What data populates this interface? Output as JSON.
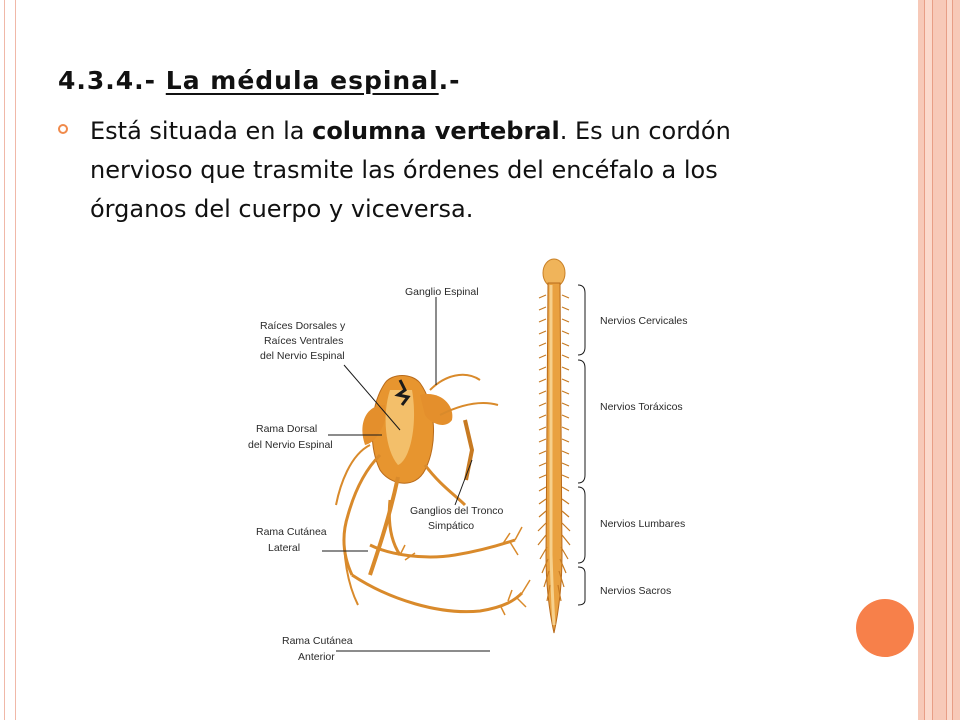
{
  "heading": {
    "number": "4.3.4.- ",
    "title": "La médula espinal",
    "suffix": ".-"
  },
  "bullet": {
    "part1": "Está situada en la ",
    "bold": "columna vertebral",
    "part2": ". Es un cordón nervioso que trasmite las órdenes del encéfalo a los órganos del cuerpo y viceversa."
  },
  "figure": {
    "left_labels": {
      "ganglio_espinal": "Ganglio Espinal",
      "raices_1": "Raíces Dorsales y",
      "raices_2": "Raíces Ventrales",
      "raices_3": "del Nervio Espinal",
      "rama_dorsal_1": "Rama Dorsal",
      "rama_dorsal_2": "del Nervio Espinal",
      "ganglios_tronco_1": "Ganglios del Tronco",
      "ganglios_tronco_2": "Simpático",
      "rama_lateral_1": "Rama Cutánea",
      "rama_lateral_2": "Lateral",
      "rama_anterior_1": "Rama Cutánea",
      "rama_anterior_2": "Anterior"
    },
    "right_labels": {
      "cervicales": "Nervios Cervicales",
      "toraxicos": "Nervios Toráxicos",
      "lumbares": "Nervios Lumbares",
      "sacros": "Nervios Sacros"
    }
  },
  "colors": {
    "accent": "#f7804a",
    "nerve": "#d98a2b",
    "nerve_light": "#f0b45a",
    "frame": "#f7c9b8"
  }
}
